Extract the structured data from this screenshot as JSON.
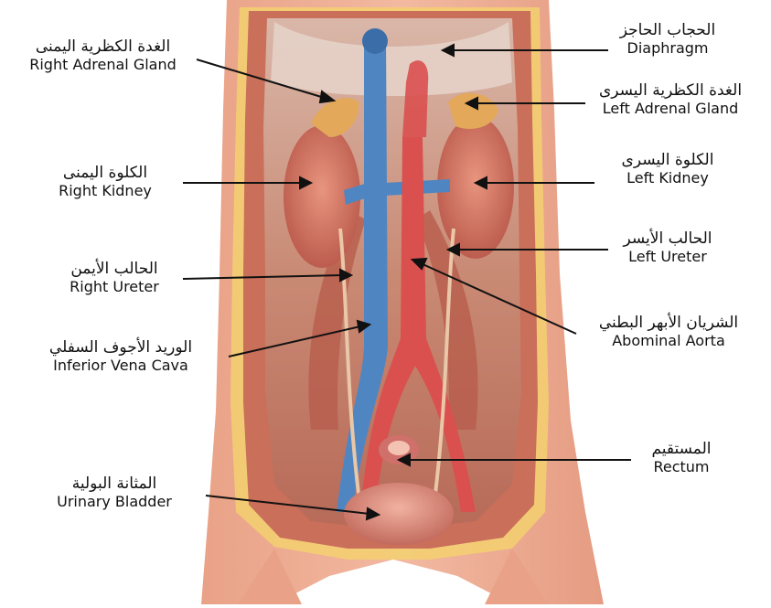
{
  "labels": {
    "right_adrenal": {
      "ar": "الغدة الكظرية اليمنى",
      "en": "Right Adrenal Gland"
    },
    "right_kidney": {
      "ar": "الكلوة اليمنى",
      "en": "Right Kidney"
    },
    "right_ureter": {
      "ar": "الحالب الأيمن",
      "en": "Right Ureter"
    },
    "ivc": {
      "ar": "الوريد الأجوف السفلي",
      "en": "Inferior Vena Cava"
    },
    "bladder": {
      "ar": "المثانة البولية",
      "en": "Urinary Bladder"
    },
    "diaphragm": {
      "ar": "الحجاب الحاجز",
      "en": "Diaphragm"
    },
    "left_adrenal": {
      "ar": "الغدة الكظرية اليسرى",
      "en": "Left Adrenal Gland"
    },
    "left_kidney": {
      "ar": "الكلوة اليسرى",
      "en": "Left Kidney"
    },
    "left_ureter": {
      "ar": "الحالب الأيسر",
      "en": "Left Ureter"
    },
    "aorta": {
      "ar": "الشريان الأبهر البطني",
      "en": "Abominal Aorta"
    },
    "rectum": {
      "ar": "المستقيم",
      "en": "Rectum"
    }
  }
}
